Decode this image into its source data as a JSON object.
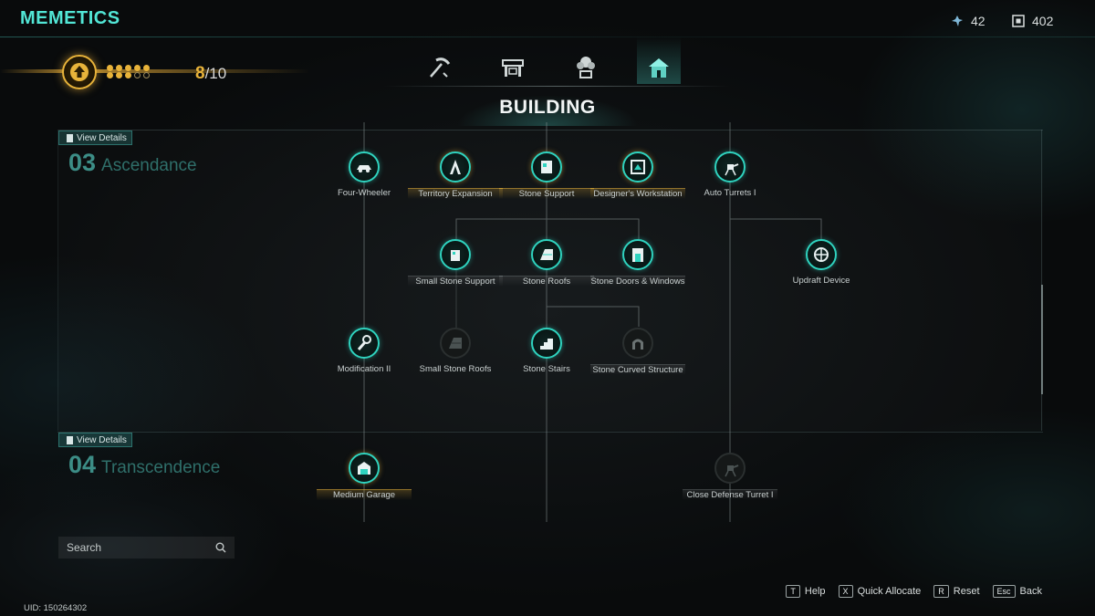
{
  "header": {
    "title": "MEMETICS",
    "currencies": [
      {
        "icon": "memetic-shard-icon",
        "value": "42"
      },
      {
        "icon": "framed-chip-icon",
        "value": "402"
      }
    ]
  },
  "level": {
    "current": "8",
    "max": "/10",
    "pips_filled": 8,
    "pips_total": 10
  },
  "tabs": [
    {
      "name": "tab-tools",
      "icon": "pickaxe-icon",
      "active": false
    },
    {
      "name": "tab-crafting",
      "icon": "workbench-icon",
      "active": false
    },
    {
      "name": "tab-farming",
      "icon": "plant-icon",
      "active": false
    },
    {
      "name": "tab-building",
      "icon": "house-icon",
      "active": true
    }
  ],
  "heading": "BUILDING",
  "tiers": [
    {
      "view": "View Details",
      "num": "03",
      "name": "Ascendance"
    },
    {
      "view": "View Details",
      "num": "04",
      "name": "Transcendence"
    }
  ],
  "nodes": [
    {
      "id": "four-wheeler",
      "label": "Four-Wheeler",
      "state": "active",
      "bar": "none",
      "icon": "car-icon"
    },
    {
      "id": "territory-expansion",
      "label": "Territory Expansion",
      "state": "gold",
      "bar": "gold",
      "icon": "flag-tower-icon"
    },
    {
      "id": "stone-support",
      "label": "Stone Support",
      "state": "gold",
      "bar": "gold",
      "icon": "stone-block-icon"
    },
    {
      "id": "designers-workstation",
      "label": "Designer's Workstation",
      "state": "gold",
      "bar": "gold",
      "icon": "blueprint-icon"
    },
    {
      "id": "auto-turrets",
      "label": "Auto Turrets I",
      "state": "active",
      "bar": "none",
      "icon": "turret-icon"
    },
    {
      "id": "small-stone-support",
      "label": "Small Stone Support",
      "state": "active",
      "bar": "bar",
      "icon": "small-block-icon"
    },
    {
      "id": "stone-roofs",
      "label": "Stone Roofs",
      "state": "active",
      "bar": "bar",
      "icon": "roof-icon"
    },
    {
      "id": "stone-doors-windows",
      "label": "Stone Doors & Windows",
      "state": "active",
      "bar": "bar",
      "icon": "door-icon"
    },
    {
      "id": "updraft-device",
      "label": "Updraft Device",
      "state": "active",
      "bar": "none",
      "icon": "fan-icon"
    },
    {
      "id": "modification-ii",
      "label": "Modification II",
      "state": "active",
      "bar": "none",
      "icon": "wrench-icon"
    },
    {
      "id": "small-stone-roofs",
      "label": "Small Stone Roofs",
      "state": "locked",
      "bar": "none",
      "icon": "roof-icon"
    },
    {
      "id": "stone-stairs",
      "label": "Stone Stairs",
      "state": "active",
      "bar": "none",
      "icon": "stairs-icon"
    },
    {
      "id": "stone-curved-structure",
      "label": "Stone Curved Structure",
      "state": "locked",
      "bar": "bar",
      "icon": "arch-icon"
    },
    {
      "id": "medium-garage",
      "label": "Medium Garage",
      "state": "gold",
      "bar": "gold",
      "icon": "garage-icon"
    },
    {
      "id": "close-defense-turret",
      "label": "Close Defense Turret I",
      "state": "locked",
      "bar": "bar",
      "icon": "turret-icon"
    }
  ],
  "search": {
    "placeholder": "Search"
  },
  "footer": {
    "uid": "UID: 150264302",
    "hints": [
      {
        "key": "T",
        "label": "Help"
      },
      {
        "key": "X",
        "label": "Quick Allocate"
      },
      {
        "key": "R",
        "label": "Reset"
      },
      {
        "key": "Esc",
        "label": "Back"
      }
    ]
  },
  "colors": {
    "accent": "#52e6d6",
    "gold": "#e8b33a",
    "locked": "#2a2f2f"
  }
}
